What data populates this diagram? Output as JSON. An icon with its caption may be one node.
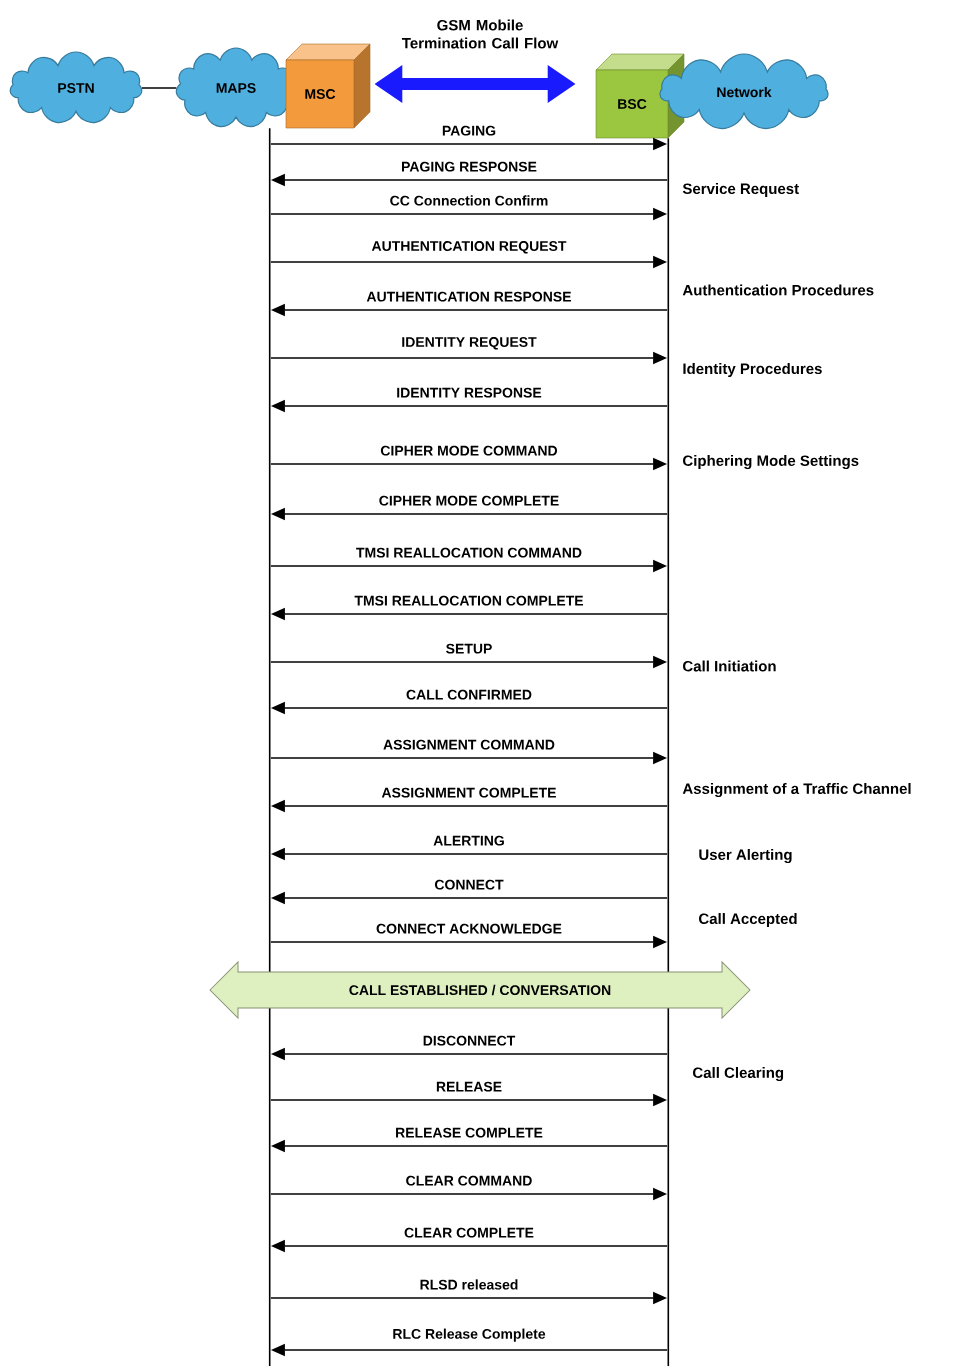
{
  "diagram": {
    "title": "GSM Mobile Termination Call Flow",
    "nodes": [
      {
        "text": [
          "PSTN"
        ]
      },
      {
        "text": [
          "MAPS"
        ]
      },
      {
        "text": [
          "MSC"
        ]
      },
      {
        "text": [
          "BSC"
        ]
      },
      {
        "text": [
          "Network"
        ]
      },
      {
        "text": [
          "CALL ESTABLISHED / CONVERSATION"
        ]
      }
    ],
    "edges": [
      {
        "from": 0,
        "to": 1,
        "arrow": "none"
      },
      {
        "from": 2,
        "to": 3,
        "arrow": "both",
        "style": "thick",
        "color": "#1a1aff"
      },
      {
        "from": 2,
        "to": 3,
        "arrow": "to",
        "label": "PAGING"
      },
      {
        "from": 3,
        "to": 2,
        "arrow": "to",
        "label": "PAGING RESPONSE"
      },
      {
        "from": 2,
        "to": 3,
        "arrow": "to",
        "label": "CC Connection Confirm"
      },
      {
        "from": 2,
        "to": 3,
        "arrow": "to",
        "label": "AUTHENTICATION REQUEST"
      },
      {
        "from": 3,
        "to": 2,
        "arrow": "to",
        "label": "AUTHENTICATION RESPONSE"
      },
      {
        "from": 2,
        "to": 3,
        "arrow": "to",
        "label": "IDENTITY REQUEST"
      },
      {
        "from": 3,
        "to": 2,
        "arrow": "to",
        "label": "IDENTITY RESPONSE"
      },
      {
        "from": 2,
        "to": 3,
        "arrow": "to",
        "label": "CIPHER MODE COMMAND"
      },
      {
        "from": 3,
        "to": 2,
        "arrow": "to",
        "label": "CIPHER MODE COMPLETE"
      },
      {
        "from": 2,
        "to": 3,
        "arrow": "to",
        "label": "TMSI REALLOCATION COMMAND"
      },
      {
        "from": 3,
        "to": 2,
        "arrow": "to",
        "label": "TMSI REALLOCATION COMPLETE"
      },
      {
        "from": 2,
        "to": 3,
        "arrow": "to",
        "label": "SETUP"
      },
      {
        "from": 3,
        "to": 2,
        "arrow": "to",
        "label": "CALL CONFIRMED"
      },
      {
        "from": 2,
        "to": 3,
        "arrow": "to",
        "label": "ASSIGNMENT COMMAND"
      },
      {
        "from": 3,
        "to": 2,
        "arrow": "to",
        "label": "ASSIGNMENT COMPLETE"
      },
      {
        "from": 3,
        "to": 2,
        "arrow": "to",
        "label": "ALERTING"
      },
      {
        "from": 3,
        "to": 2,
        "arrow": "to",
        "label": "CONNECT"
      },
      {
        "from": 2,
        "to": 3,
        "arrow": "to",
        "label": "CONNECT ACKNOWLEDGE"
      },
      {
        "from": 3,
        "to": 2,
        "arrow": "to",
        "label": "DISCONNECT"
      },
      {
        "from": 2,
        "to": 3,
        "arrow": "to",
        "label": "RELEASE"
      },
      {
        "from": 3,
        "to": 2,
        "arrow": "to",
        "label": "RELEASE COMPLETE"
      },
      {
        "from": 2,
        "to": 3,
        "arrow": "to",
        "label": "CLEAR COMMAND"
      },
      {
        "from": 3,
        "to": 2,
        "arrow": "to",
        "label": "CLEAR COMPLETE"
      },
      {
        "from": 2,
        "to": 3,
        "arrow": "to",
        "label": "RLSD released"
      },
      {
        "from": 3,
        "to": 2,
        "arrow": "to",
        "label": "RLC Release Complete"
      }
    ],
    "labels": [
      "Service Request",
      "Authentication Procedures",
      "Identity Procedures",
      "Ciphering Mode Settings",
      "Call Initiation",
      "Assignment of a Traffic Channel",
      "User Alerting",
      "Call Accepted",
      "Call Clearing"
    ]
  }
}
